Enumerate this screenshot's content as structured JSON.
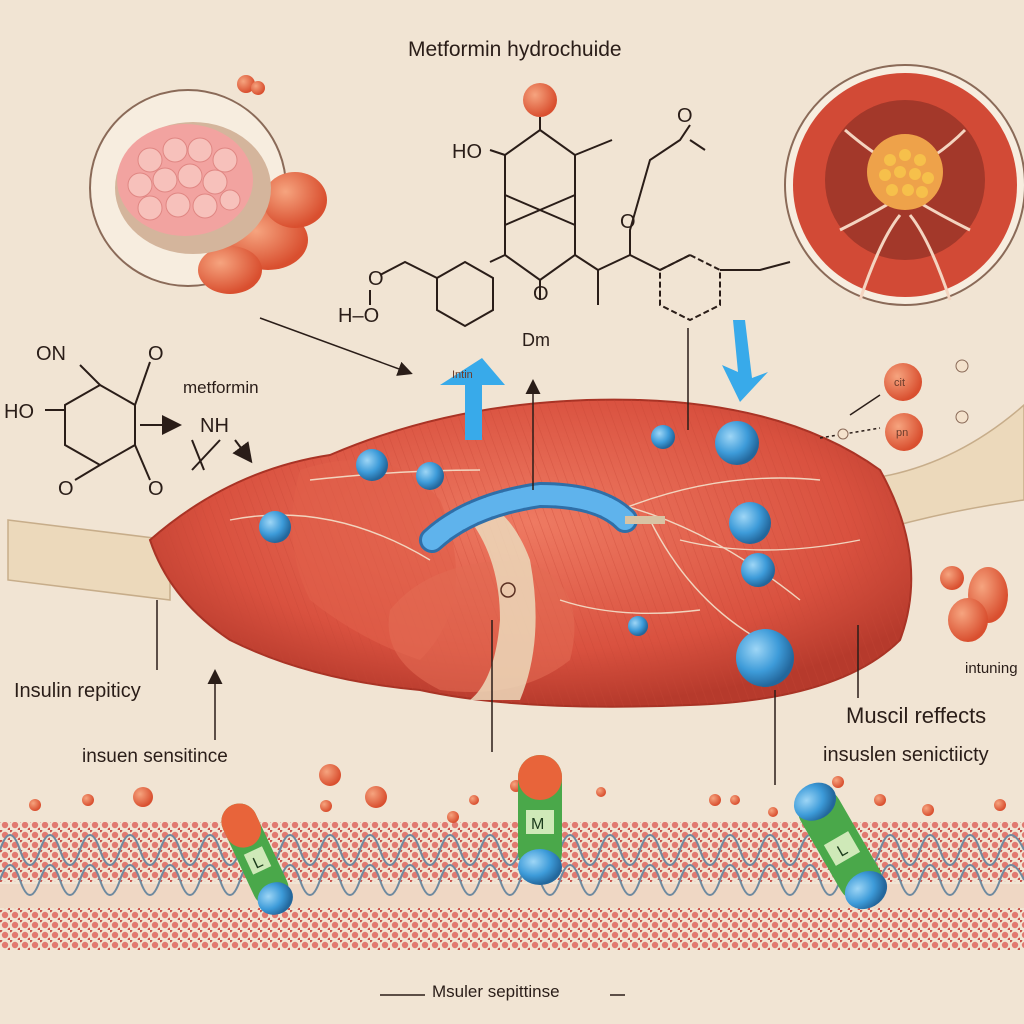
{
  "diagram": {
    "title": "Metformin hydrochuide",
    "sub_label_dm": "Dm",
    "metformin_label": "metformin",
    "left_chem_atoms": [
      "ON",
      "O",
      "HO",
      "O",
      "O"
    ],
    "nh_label": "NH",
    "top_chem_atoms": [
      "HO",
      "O",
      "O",
      "O",
      "H–O",
      "O"
    ],
    "arrow_label": "Intin",
    "left_labels": [
      "Insulin repiticy",
      "insuen sensitince"
    ],
    "right_labels": [
      "Muscil reffects",
      "insuslen senictiicty",
      "intuning"
    ],
    "bottom_label": "Msuler sepittinse",
    "pill_letters": [
      "L",
      "M",
      "L"
    ],
    "bubble_labels": [
      "cit",
      "pn"
    ],
    "colors": {
      "background": "#f1e4d3",
      "muscle": "#d9513f",
      "tendon": "#ecd9bb",
      "droplet": "#3d9bd9",
      "arrow": "#38aaea",
      "orange": "#e8643a",
      "membrane": "#d9635c"
    }
  }
}
